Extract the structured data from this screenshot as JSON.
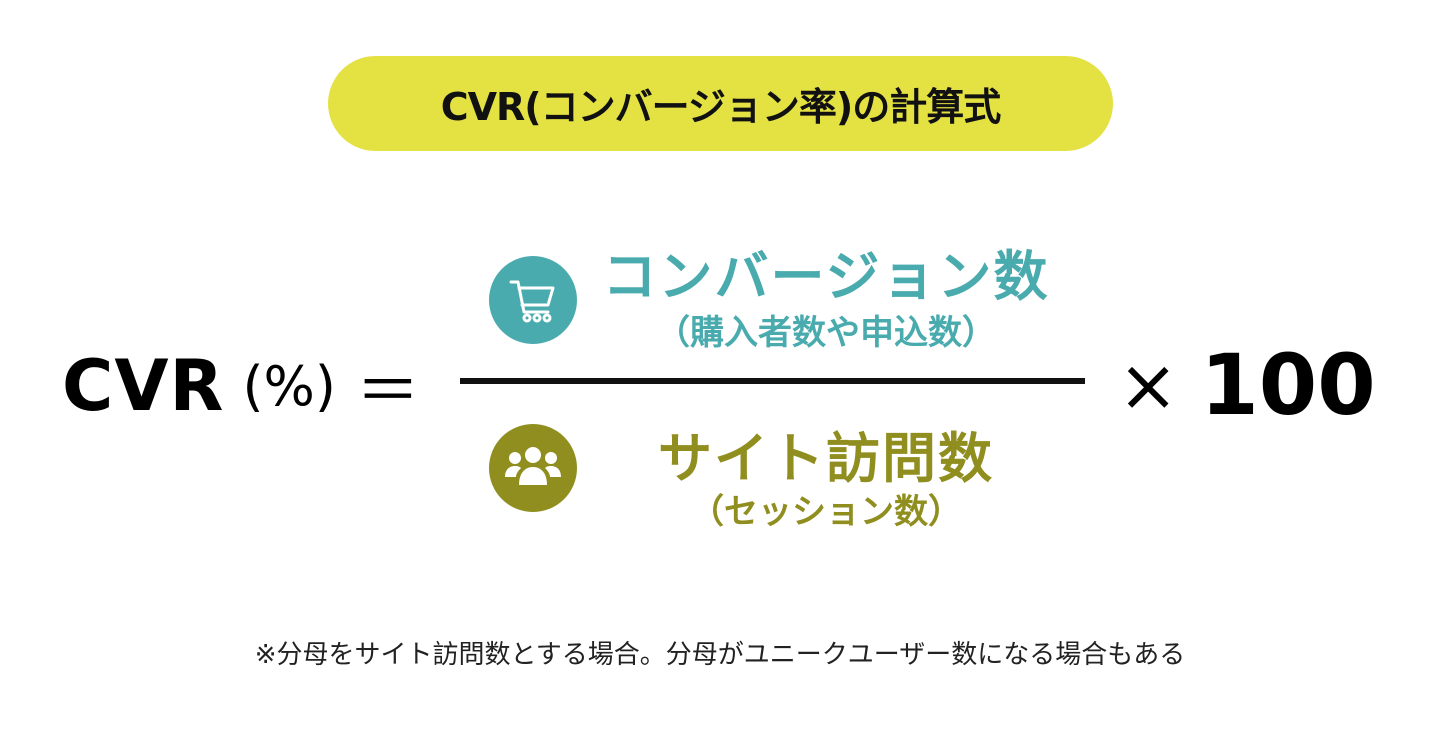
{
  "title": "CVR(コンバージョン率)の計算式",
  "formula": {
    "lhs_label": "CVR",
    "lhs_unit": "(%)",
    "equals": "＝",
    "numerator": {
      "icon": "shopping-cart-icon",
      "main": "コンバージョン数",
      "sub": "（購入者数や申込数）",
      "color": "#4aabaf"
    },
    "denominator": {
      "icon": "people-group-icon",
      "main": "サイト訪問数",
      "sub": "（セッション数）",
      "color": "#8f8e1f"
    },
    "times": "×",
    "multiplier": "100"
  },
  "footnote": "※分母をサイト訪問数とする場合。分母がユニークユーザー数になる場合もある",
  "colors": {
    "pill_background": "#e4e143",
    "numerator": "#4aabaf",
    "denominator": "#8f8e1f",
    "text": "#000000"
  }
}
